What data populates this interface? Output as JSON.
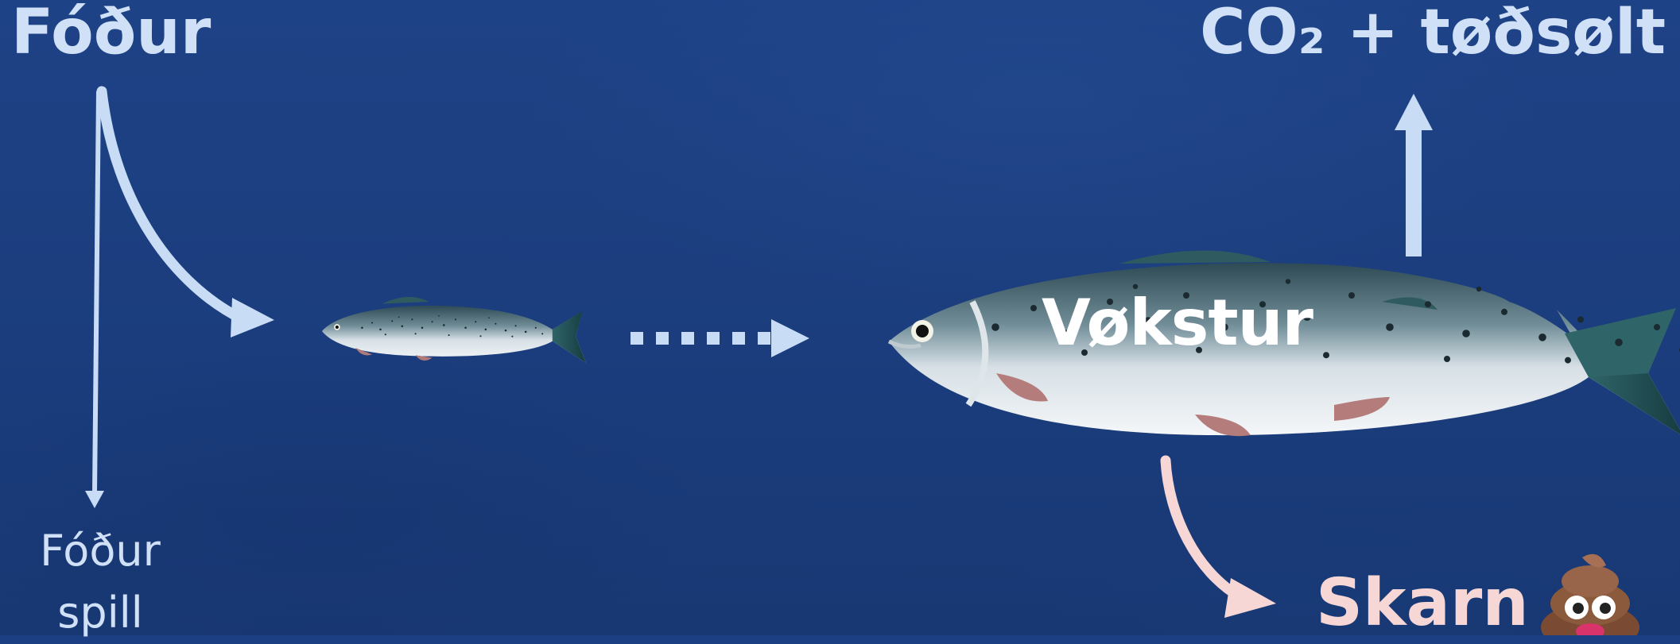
{
  "labels": {
    "feed": "Fóður",
    "co2": "CO₂ + tøðsølt",
    "growth": "Vøkstur",
    "waste": "Skarn",
    "spill_line1": "Fóður",
    "spill_line2": "spill"
  },
  "icons": {
    "waste": "poop-emoji-icon",
    "fish": "salmon-icon"
  },
  "colors": {
    "background": "#1b3f82",
    "arrow_light": "#c8dcf6",
    "arrow_waste": "#f7d6d6",
    "growth_text": "#ffffff"
  }
}
